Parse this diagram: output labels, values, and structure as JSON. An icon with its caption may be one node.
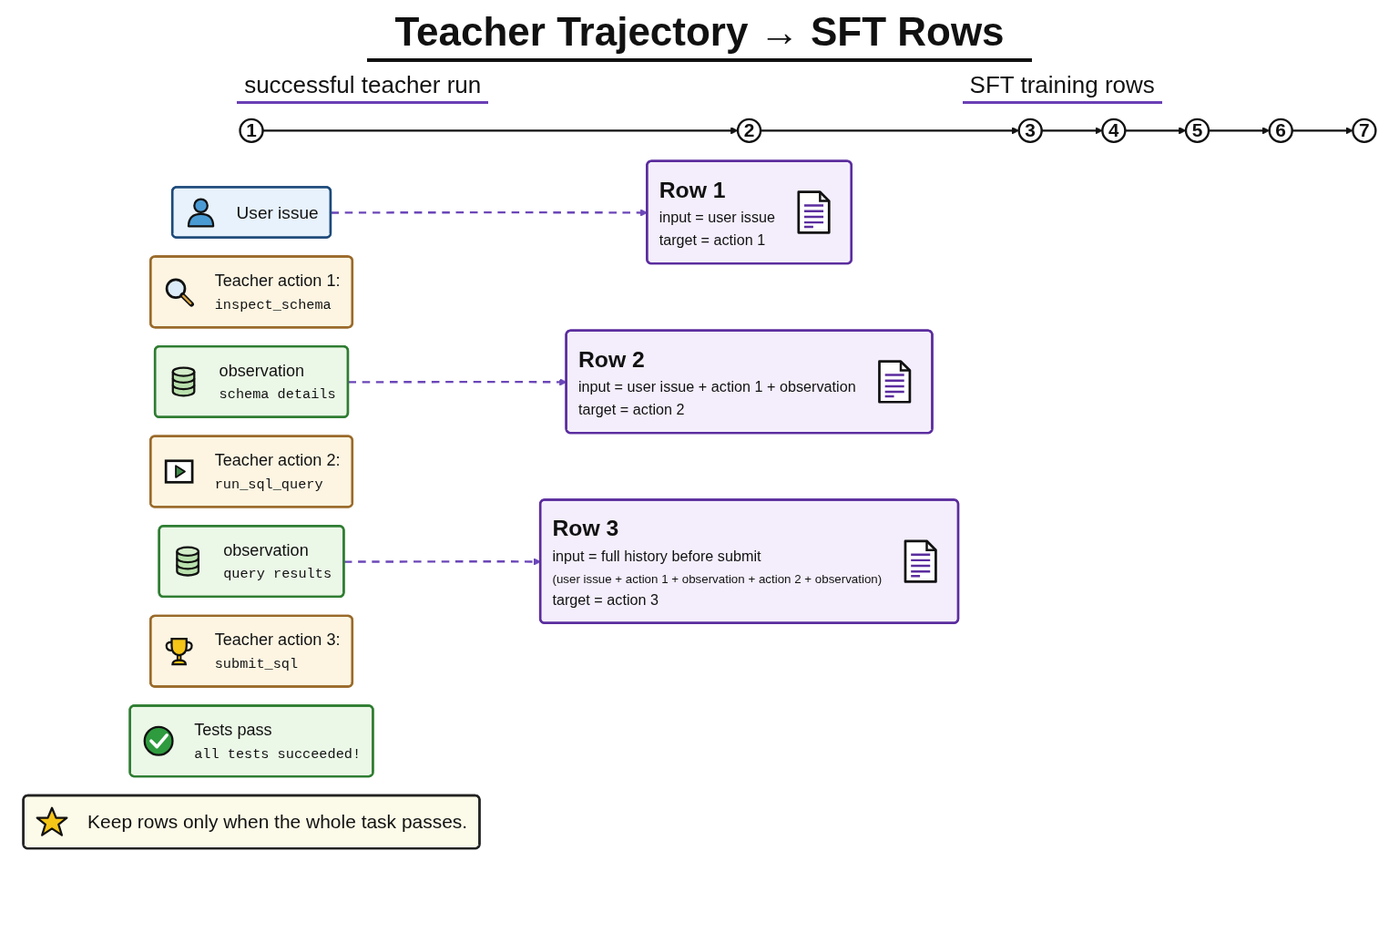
{
  "diagram": {
    "title": "Teacher Trajectory → SFT Rows",
    "nodes": [
      {
        "text": [
          "1"
        ]
      },
      {
        "text": [
          "2"
        ]
      },
      {
        "text": [
          "3"
        ]
      },
      {
        "text": [
          "4"
        ]
      },
      {
        "text": [
          "5"
        ]
      },
      {
        "text": [
          "6"
        ]
      },
      {
        "text": [
          "7"
        ]
      },
      {
        "text": [
          "User issue"
        ]
      },
      {
        "text": [
          "Teacher action 1:",
          "inspect_schema"
        ]
      },
      {
        "text": [
          "observation",
          "schema details"
        ]
      },
      {
        "text": [
          "Teacher action 2:",
          "run_sql_query"
        ]
      },
      {
        "text": [
          "observation",
          "query results"
        ]
      },
      {
        "text": [
          "Teacher action 3:",
          "submit_sql"
        ]
      },
      {
        "text": [
          "Tests pass",
          "all tests succeeded!"
        ]
      },
      {
        "text": [
          "Row 1",
          "input = user issue",
          "target = action 1"
        ]
      },
      {
        "text": [
          "Row 2",
          "input = user issue + action 1 + observation",
          "target = action 2"
        ]
      },
      {
        "text": [
          "Row 3",
          "input = full history before submit",
          "(user issue + action 1 + observation + action 2 + observation)",
          "target = action 3"
        ]
      },
      {
        "text": [
          "Keep rows only when the whole task passes."
        ]
      }
    ],
    "edges": [
      {
        "from": 0,
        "to": 1,
        "arrow": "to"
      },
      {
        "from": 1,
        "to": 2,
        "arrow": "to"
      },
      {
        "from": 2,
        "to": 3,
        "arrow": "to"
      },
      {
        "from": 3,
        "to": 4,
        "arrow": "to"
      },
      {
        "from": 4,
        "to": 5,
        "arrow": "to"
      },
      {
        "from": 5,
        "to": 6,
        "arrow": "to"
      },
      {
        "from": 7,
        "to": 14,
        "arrow": "to",
        "style": "dashed",
        "color": "#6b46b8"
      },
      {
        "from": 9,
        "to": 15,
        "arrow": "to",
        "style": "dashed",
        "color": "#6b46b8"
      },
      {
        "from": 11,
        "to": 16,
        "arrow": "to",
        "style": "dashed",
        "color": "#6b46b8"
      }
    ],
    "labels": [
      "successful teacher run",
      "SFT training rows"
    ]
  }
}
